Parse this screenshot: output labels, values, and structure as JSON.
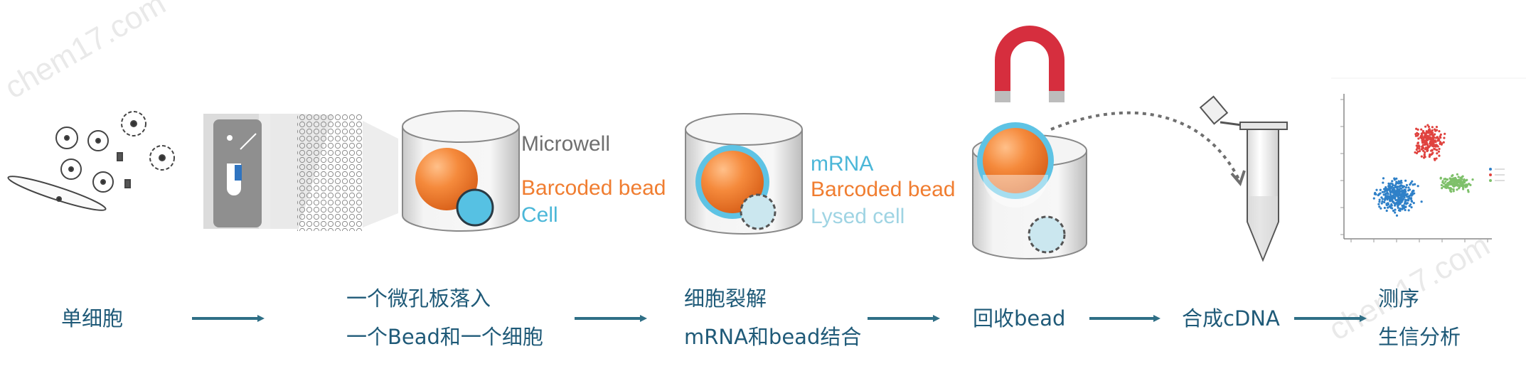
{
  "steps": [
    {
      "line1": "单细胞",
      "line2": ""
    },
    {
      "line1": "一个微孔板落入",
      "line2": "一个Bead和一个细胞"
    },
    {
      "line1": "细胞裂解",
      "line2": "mRNA和bead结合"
    },
    {
      "line1": "回收bead",
      "line2": ""
    },
    {
      "line1": "合成cDNA",
      "line2": ""
    },
    {
      "line1": "测序",
      "line2": "生信分析"
    }
  ],
  "microwell_labels": {
    "microwell": "Microwell",
    "bead": "Barcoded bead",
    "cell": "Cell"
  },
  "lysis_labels": {
    "mrna": "mRNA",
    "bead": "Barcoded bead",
    "lysed": "Lysed cell"
  },
  "watermark": "chem17.com",
  "colors": {
    "caption": "#1f5a78",
    "arrow": "#2f6f86",
    "bead_orange": "#f07d30",
    "cell_cyan": "#4bb7d8",
    "magnet_red": "#d62e3e",
    "cluster_red": "#e0433f",
    "cluster_blue": "#2f80c8",
    "cluster_green": "#7ec06a"
  },
  "icons": [
    "cells-icon",
    "chip-icon",
    "microwell-icon",
    "lysis-well-icon",
    "magnet-icon",
    "tube-icon",
    "cluster-plot-icon",
    "arrow-icon"
  ]
}
